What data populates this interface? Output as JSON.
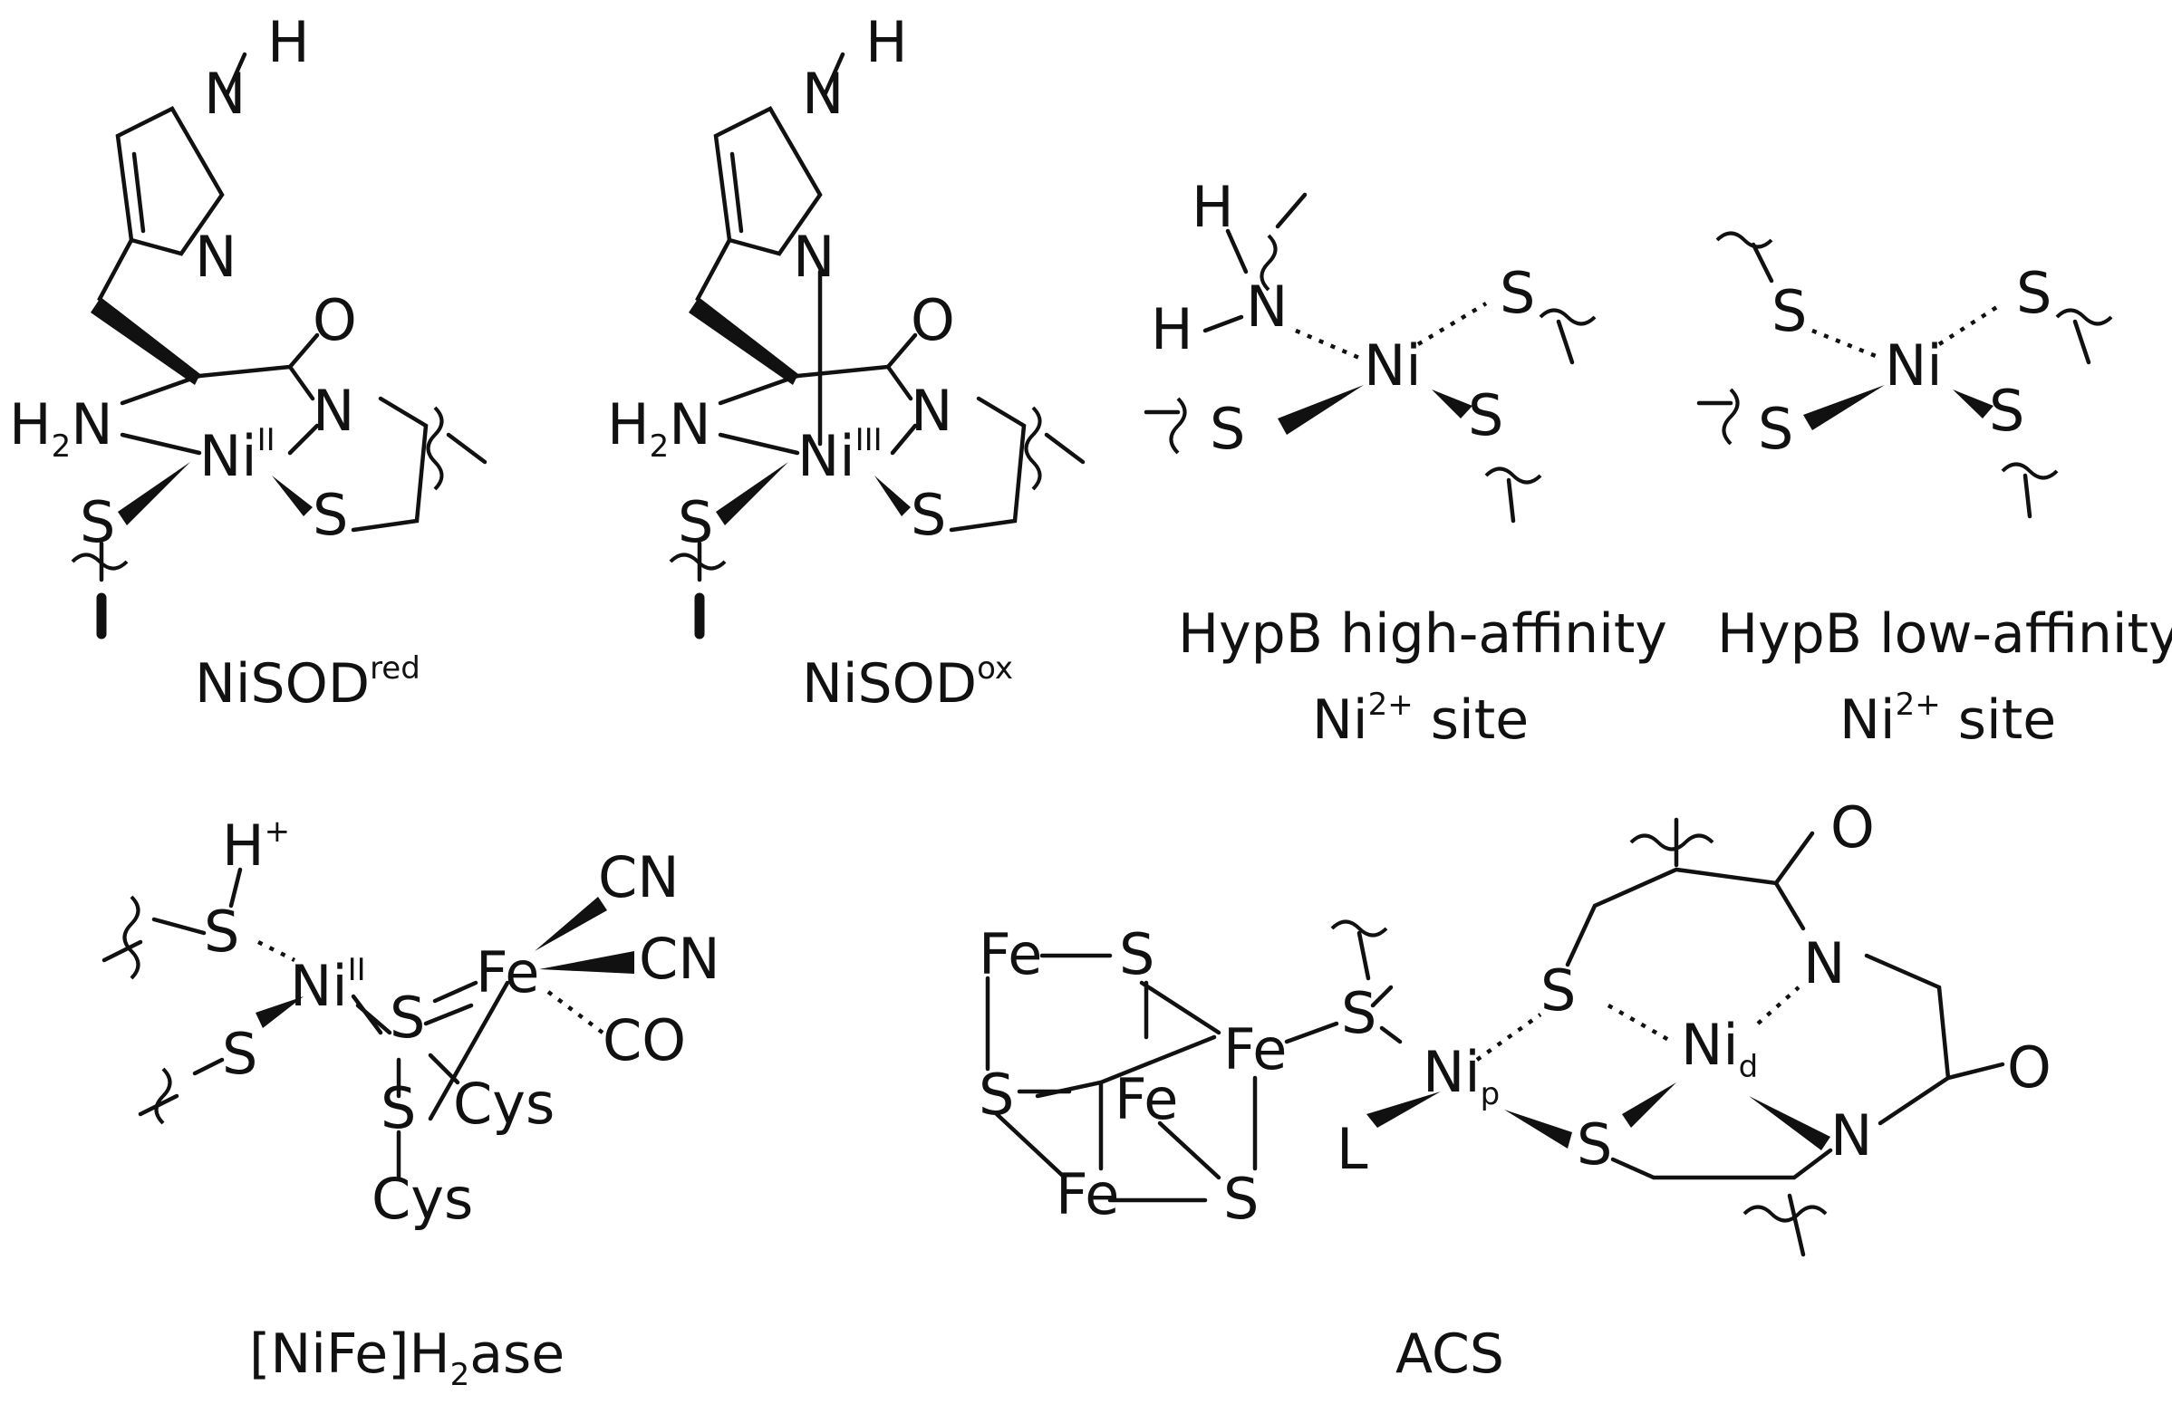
{
  "structures": [
    {
      "id": "nisod-red",
      "label_main": "NiSOD",
      "label_sup": "red",
      "metal_sup": "II"
    },
    {
      "id": "nisod-ox",
      "label_main": "NiSOD",
      "label_sup": "ox",
      "metal_sup": "III"
    },
    {
      "id": "hypb-high",
      "label_line1": "HypB high-affinity",
      "label_line2_main": "Ni",
      "label_line2_sup": "2+",
      "label_line2_rest": " site"
    },
    {
      "id": "hypb-low",
      "label_line1": "HypB low-affinity",
      "label_line2_main": "Ni",
      "label_line2_sup": "2+",
      "label_line2_rest": " site"
    },
    {
      "id": "nife-h2ase",
      "label_pre": "[NiFe]H",
      "label_sub": "2",
      "label_post": "ase",
      "metal_sup": "II",
      "proton": "H",
      "proton_sup": "+"
    },
    {
      "id": "acs",
      "label": "ACS",
      "nip_main": "Ni",
      "nip_sub": "p",
      "nid_main": "Ni",
      "nid_sub": "d",
      "ligand": "L"
    }
  ],
  "atoms": {
    "H": "H",
    "N": "N",
    "O": "O",
    "S": "S",
    "Ni": "Ni",
    "Fe": "Fe",
    "H2N_main": "H",
    "H2N_sub": "2",
    "H2N_rest": "N",
    "CN": "CN",
    "CO": "CO",
    "Cys": "Cys"
  }
}
